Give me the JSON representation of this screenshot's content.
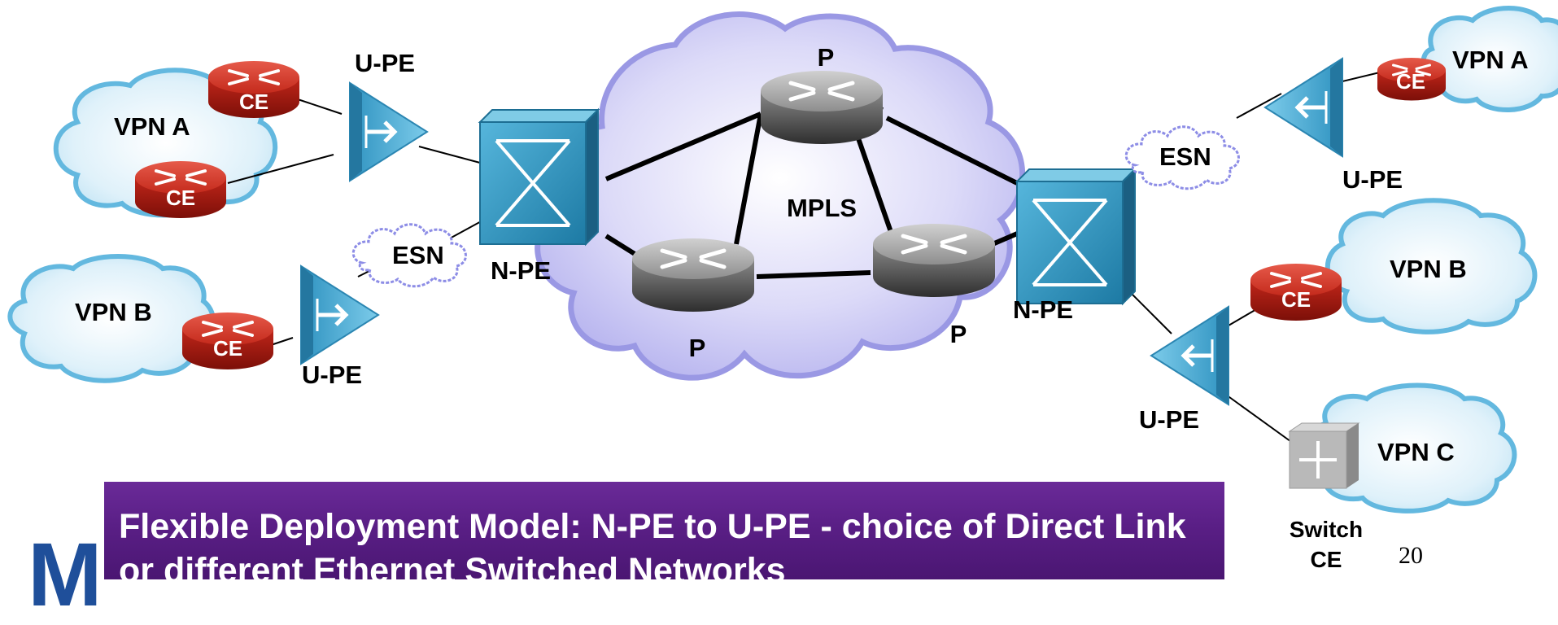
{
  "core": {
    "label": "MPLS"
  },
  "p_routers": [
    {
      "id": "p-top",
      "label": "P"
    },
    {
      "id": "p-left",
      "label": "P"
    },
    {
      "id": "p-right",
      "label": "P"
    }
  ],
  "n_pe": [
    {
      "id": "npe-left",
      "label": "N-PE"
    },
    {
      "id": "npe-right",
      "label": "N-PE"
    }
  ],
  "u_pe": [
    {
      "id": "upe-top-left",
      "label": "U-PE"
    },
    {
      "id": "upe-bottom-left",
      "label": "U-PE"
    },
    {
      "id": "upe-top-right",
      "label": "U-PE"
    },
    {
      "id": "upe-bottom-right",
      "label": "U-PE"
    }
  ],
  "esn": [
    {
      "id": "esn-left",
      "label": "ESN"
    },
    {
      "id": "esn-right",
      "label": "ESN"
    }
  ],
  "vpn_sites": [
    {
      "id": "vpn-a-left",
      "label": "VPN A"
    },
    {
      "id": "vpn-b-left",
      "label": "VPN B"
    },
    {
      "id": "vpn-a-right",
      "label": "VPN A"
    },
    {
      "id": "vpn-b-right",
      "label": "VPN B"
    },
    {
      "id": "vpn-c-right",
      "label": "VPN C"
    }
  ],
  "ce_routers": [
    {
      "id": "ce-1",
      "label": "CE"
    },
    {
      "id": "ce-2",
      "label": "CE"
    },
    {
      "id": "ce-3",
      "label": "CE"
    },
    {
      "id": "ce-4",
      "label": "CE"
    },
    {
      "id": "ce-5",
      "label": "CE"
    }
  ],
  "switch_ce": {
    "line1": "Switch",
    "line2": "CE"
  },
  "banner": {
    "text": "Flexible Deployment Model: N-PE to U-PE - choice of Direct Link or different Ethernet Switched Networks"
  },
  "logo": {
    "letter": "M"
  },
  "page_number": "20",
  "colors": {
    "core_cloud": "#c9c7f3",
    "core_cloud_edge": "#8f8fe3",
    "vpn_cloud": "#cfe9f7",
    "vpn_cloud_edge": "#5eb7e0",
    "ce_router": "#b81d10",
    "p_router": "#6d6d6d",
    "n_pe_switch": "#3a96bd",
    "u_pe": "#4aaed4",
    "banner": "#5a1f86",
    "logo": "#1f4f9a"
  },
  "icons": {
    "ce": "router-icon",
    "p": "router-icon",
    "n_pe": "multilayer-switch-icon",
    "u_pe": "optical-edge-icon",
    "switch_ce": "switch-icon"
  }
}
